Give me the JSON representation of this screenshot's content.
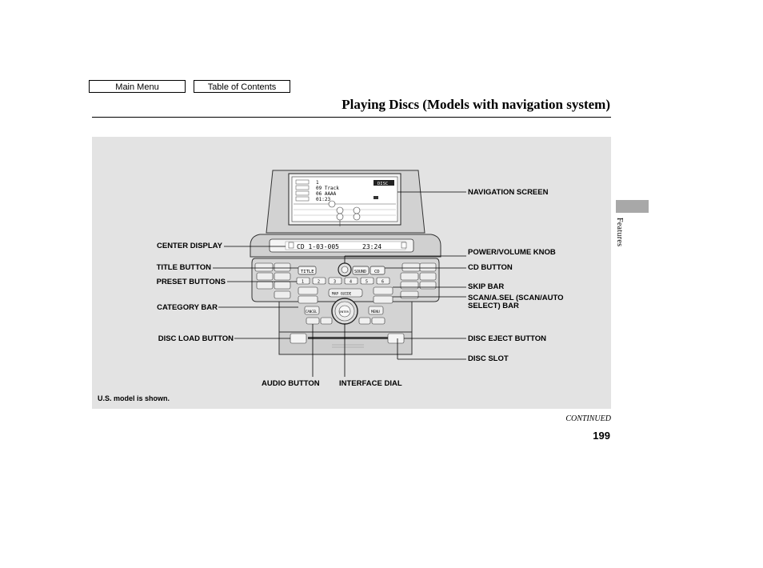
{
  "nav": {
    "main_menu": "Main Menu",
    "table_of_contents": "Table of Contents"
  },
  "page": {
    "title": "Playing Discs (Models with navigation system)",
    "section_tab": "Features",
    "continued": "CONTINUED",
    "page_number": "199",
    "note": "U.S. model is shown."
  },
  "callouts": {
    "navigation_screen": "NAVIGATION SCREEN",
    "center_display": "CENTER DISPLAY",
    "power_volume_knob": "POWER/VOLUME KNOB",
    "title_button": "TITLE BUTTON",
    "cd_button": "CD BUTTON",
    "preset_buttons": "PRESET BUTTONS",
    "skip_bar": "SKIP BAR",
    "scan_line1": "SCAN/A.SEL (SCAN/AUTO",
    "scan_line2": "SELECT) BAR",
    "category_bar": "CATEGORY BAR",
    "disc_load_button": "DISC LOAD BUTTON",
    "disc_eject_button": "DISC EJECT BUTTON",
    "disc_slot": "DISC SLOT",
    "audio_button": "AUDIO BUTTON",
    "interface_dial": "INTERFACE DIAL"
  },
  "device": {
    "screen_disc_tag": "DISC",
    "screen_line1": "1",
    "screen_line2": "09 Track",
    "screen_line3": "06 AAAA",
    "screen_line4": "01:23",
    "center_display_text": "CD  1-03-005",
    "center_display_time": "23:24",
    "title_key": "TITLE",
    "sound_key": "SOUND",
    "cd_key": "CD",
    "preset_numbers": [
      "1",
      "2",
      "3",
      "4",
      "5",
      "6"
    ],
    "dial_center": "ENTER",
    "map_guide": "MAP  GUIDE",
    "cancel_key": "CANCEL",
    "menu_key": "MENU"
  }
}
